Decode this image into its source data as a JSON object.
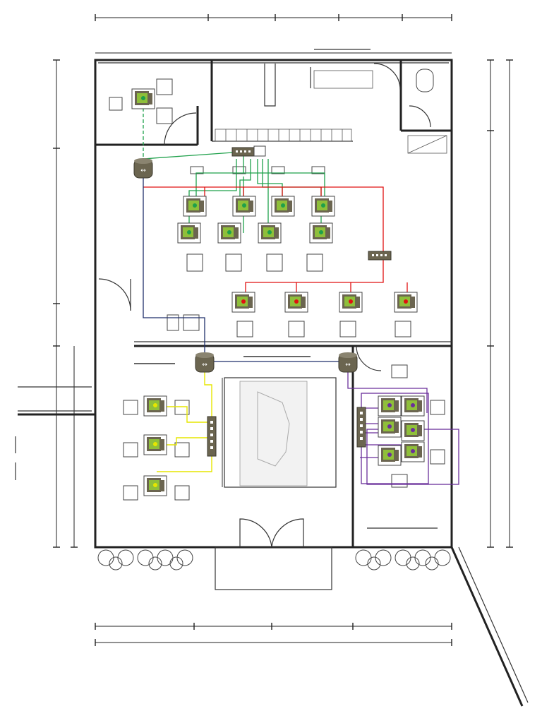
{
  "diagram": {
    "type": "network floor plan",
    "colors": {
      "wall": "#222222",
      "device_body": "#6b6550",
      "screen": "#8fbf3a",
      "green_lan": "#1ea04a",
      "red_lan": "#e01010",
      "navy_backbone": "#1f2f6b",
      "yellow_lan": "#e6e600",
      "purple_lan": "#6a2f9a"
    },
    "devices": {
      "routers": [
        "router-icon",
        "router-icon",
        "router-icon"
      ],
      "switches": [
        "switch-icon",
        "switch-icon",
        "switch-icon",
        "switch-icon"
      ],
      "workstations": [
        "workstation-icon"
      ]
    },
    "networks": [
      {
        "color": "green",
        "workstations": 9
      },
      {
        "color": "red",
        "workstations": 4
      },
      {
        "color": "yellow",
        "workstations": 3
      },
      {
        "color": "purple",
        "workstations": 6
      },
      {
        "color": "navy",
        "role": "backbone between routers"
      }
    ]
  }
}
